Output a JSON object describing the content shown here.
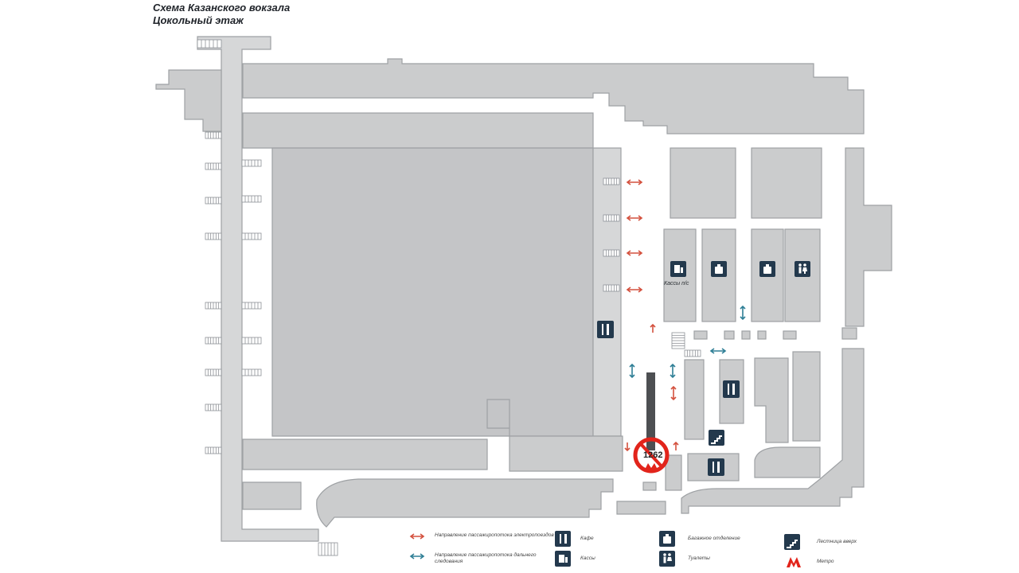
{
  "header": {
    "title": "Схема Казанского вокзала",
    "subtitle": "Цокольный этаж"
  },
  "labels": {
    "kassy_pp": "Кассы п/с"
  },
  "marker": {
    "number": "1262",
    "color": "#e2241b"
  },
  "legend": {
    "electric_flow": "Направление пассажиропотока электропоездов",
    "longdistance_flow": "Направление пассажиропотока дальнего следования",
    "cafe": "Кафе",
    "tickets": "Кассы",
    "baggage": "Багажное отделение",
    "toilets": "Туалеты",
    "stairs_up": "Лестница вверх",
    "metro": "Метро"
  },
  "colors": {
    "room_fill": "#cbcccd",
    "icon_dark": "#23394d",
    "arrow_red": "#d4513e",
    "arrow_blue": "#2f7f96",
    "metro_red": "#e2241b"
  }
}
